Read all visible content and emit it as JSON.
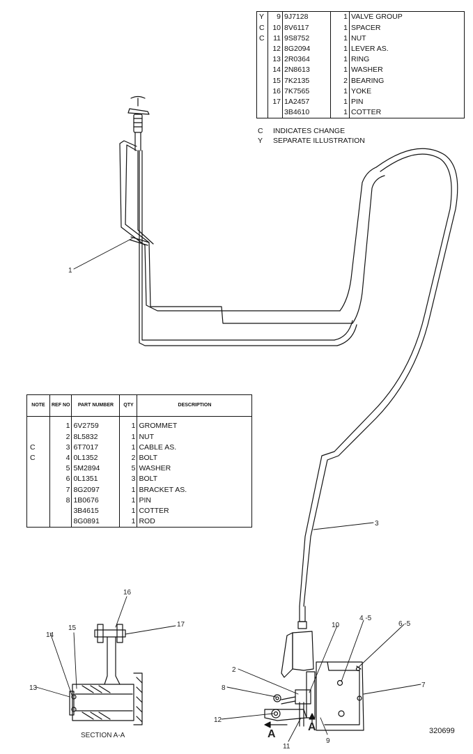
{
  "top_table": {
    "rows": [
      {
        "note": "Y",
        "ref": "9",
        "part": "9J7128",
        "qty": "1",
        "desc": "VALVE GROUP"
      },
      {
        "note": "C",
        "ref": "10",
        "part": "8V6117",
        "qty": "1",
        "desc": "SPACER"
      },
      {
        "note": "C",
        "ref": "11",
        "part": "9S8752",
        "qty": "1",
        "desc": "NUT"
      },
      {
        "note": "",
        "ref": "12",
        "part": "8G2094",
        "qty": "1",
        "desc": "LEVER AS."
      },
      {
        "note": "",
        "ref": "13",
        "part": "2R0364",
        "qty": "1",
        "desc": "RING"
      },
      {
        "note": "",
        "ref": "14",
        "part": "2N8613",
        "qty": "1",
        "desc": "WASHER"
      },
      {
        "note": "",
        "ref": "15",
        "part": "7K2135",
        "qty": "2",
        "desc": "BEARING"
      },
      {
        "note": "",
        "ref": "16",
        "part": "7K7565",
        "qty": "1",
        "desc": "YOKE"
      },
      {
        "note": "",
        "ref": "17",
        "part": "1A2457",
        "qty": "1",
        "desc": "PIN"
      },
      {
        "note": "",
        "ref": "",
        "part": "3B4610",
        "qty": "1",
        "desc": "COTTER"
      }
    ]
  },
  "legend": {
    "c_key": "C",
    "c_text": "INDICATES CHANGE",
    "y_key": "Y",
    "y_text": "SEPARATE ILLUSTRATION"
  },
  "bottom_table": {
    "headers": {
      "note": "NOTE",
      "ref": "REF NO",
      "part": "PART NUMBER",
      "qty": "QTY",
      "desc": "DESCRIPTION"
    },
    "rows": [
      {
        "note": "",
        "ref": "1",
        "part": "6V2759",
        "qty": "1",
        "desc": "GROMMET"
      },
      {
        "note": "",
        "ref": "2",
        "part": "8L5832",
        "qty": "1",
        "desc": "NUT"
      },
      {
        "note": "C",
        "ref": "3",
        "part": "6T7017",
        "qty": "1",
        "desc": "CABLE AS."
      },
      {
        "note": "C",
        "ref": "4",
        "part": "0L1352",
        "qty": "2",
        "desc": "BOLT"
      },
      {
        "note": "",
        "ref": "5",
        "part": "5M2894",
        "qty": "5",
        "desc": "WASHER"
      },
      {
        "note": "",
        "ref": "6",
        "part": "0L1351",
        "qty": "3",
        "desc": "BOLT"
      },
      {
        "note": "",
        "ref": "7",
        "part": "8G2097",
        "qty": "1",
        "desc": "BRACKET AS."
      },
      {
        "note": "",
        "ref": "8",
        "part": "1B0676",
        "qty": "1",
        "desc": "PIN"
      },
      {
        "note": "",
        "ref": "",
        "part": "3B4615",
        "qty": "1",
        "desc": "COTTER"
      },
      {
        "note": "",
        "ref": "",
        "part": "8G0891",
        "qty": "1",
        "desc": "ROD"
      }
    ]
  },
  "callouts": {
    "c1": "1",
    "c2": "2",
    "c3": "3",
    "c45": "4 -5",
    "c65": "6 -5",
    "c7": "7",
    "c8": "8",
    "c9": "9",
    "c10": "10",
    "c11": "11",
    "c12": "12",
    "c13": "13",
    "c14": "14",
    "c15": "15",
    "c16": "16",
    "c17": "17"
  },
  "section": {
    "label": "SECTION A-A",
    "marker_left": "A",
    "marker_right": "A"
  },
  "illustration_number": "320699"
}
